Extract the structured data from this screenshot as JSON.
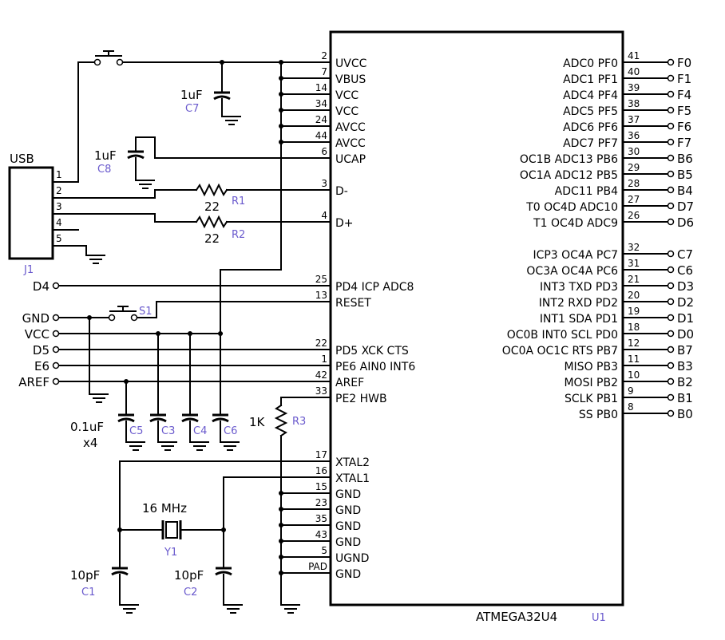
{
  "chip": {
    "part": "ATMEGA32U4",
    "ref": "U1"
  },
  "left_pins": [
    {
      "num": "2",
      "name": "UVCC"
    },
    {
      "num": "7",
      "name": "VBUS"
    },
    {
      "num": "14",
      "name": "VCC"
    },
    {
      "num": "34",
      "name": "VCC"
    },
    {
      "num": "24",
      "name": "AVCC"
    },
    {
      "num": "44",
      "name": "AVCC"
    },
    {
      "num": "6",
      "name": "UCAP"
    },
    {
      "num": "3",
      "name": "D-"
    },
    {
      "num": "4",
      "name": "D+"
    },
    {
      "num": "25",
      "name": "PD4 ICP ADC8"
    },
    {
      "num": "13",
      "name": "RESET"
    },
    {
      "num": "22",
      "name": "PD5 XCK CTS"
    },
    {
      "num": "1",
      "name": "PE6 AIN0 INT6"
    },
    {
      "num": "42",
      "name": "AREF"
    },
    {
      "num": "33",
      "name": "PE2 HWB"
    },
    {
      "num": "17",
      "name": "XTAL2"
    },
    {
      "num": "16",
      "name": "XTAL1"
    },
    {
      "num": "15",
      "name": "GND"
    },
    {
      "num": "23",
      "name": "GND"
    },
    {
      "num": "35",
      "name": "GND"
    },
    {
      "num": "43",
      "name": "GND"
    },
    {
      "num": "5",
      "name": "UGND"
    },
    {
      "num": "PAD",
      "name": "GND"
    }
  ],
  "right_pins": [
    {
      "num": "41",
      "name": "ADC0 PF0",
      "net": "F0"
    },
    {
      "num": "40",
      "name": "ADC1 PF1",
      "net": "F1"
    },
    {
      "num": "39",
      "name": "ADC4 PF4",
      "net": "F4"
    },
    {
      "num": "38",
      "name": "ADC5 PF5",
      "net": "F5"
    },
    {
      "num": "37",
      "name": "ADC6 PF6",
      "net": "F6"
    },
    {
      "num": "36",
      "name": "ADC7 PF7",
      "net": "F7"
    },
    {
      "num": "30",
      "name": "OC1B ADC13 PB6",
      "net": "B6"
    },
    {
      "num": "29",
      "name": "OC1A ADC12 PB5",
      "net": "B5"
    },
    {
      "num": "28",
      "name": "ADC11 PB4",
      "net": "B4"
    },
    {
      "num": "27",
      "name": "T0 OC4D ADC10",
      "net": "D7"
    },
    {
      "num": "26",
      "name": "T1 OC4D ADC9",
      "net": "D6"
    },
    {
      "num": "32",
      "name": "ICP3 OC4A PC7",
      "net": "C7"
    },
    {
      "num": "31",
      "name": "OC3A OC4A PC6",
      "net": "C6"
    },
    {
      "num": "21",
      "name": "INT3 TXD PD3",
      "net": "D3"
    },
    {
      "num": "20",
      "name": "INT2 RXD PD2",
      "net": "D2"
    },
    {
      "num": "19",
      "name": "INT1 SDA PD1",
      "net": "D1"
    },
    {
      "num": "18",
      "name": "OC0B INT0 SCL PD0",
      "net": "D0"
    },
    {
      "num": "12",
      "name": "OC0A OC1C RTS PB7",
      "net": "B7"
    },
    {
      "num": "11",
      "name": "MISO PB3",
      "net": "B3"
    },
    {
      "num": "10",
      "name": "MOSI PB2",
      "net": "B2"
    },
    {
      "num": "9",
      "name": "SCLK PB1",
      "net": "B1"
    },
    {
      "num": "8",
      "name": "SS PB0",
      "net": "B0"
    }
  ],
  "usb": {
    "title": "USB",
    "ref": "J1",
    "pins": [
      "1",
      "2",
      "3",
      "4",
      "5"
    ]
  },
  "left_nets": {
    "d4": "D4",
    "gnd": "GND",
    "vcc": "VCC",
    "d5": "D5",
    "e6": "E6",
    "aref": "AREF"
  },
  "c7": {
    "value": "1uF",
    "ref": "C7"
  },
  "c8": {
    "value": "1uF",
    "ref": "C8"
  },
  "r1": {
    "value": "22",
    "ref": "R1"
  },
  "r2": {
    "value": "22",
    "ref": "R2"
  },
  "s1": {
    "ref": "S1"
  },
  "decoupling": {
    "value": "0.1uF",
    "qty": "x4",
    "refs": [
      "C5",
      "C3",
      "C4",
      "C6"
    ]
  },
  "r3": {
    "value": "1K",
    "ref": "R3"
  },
  "crystal": {
    "value": "16 MHz",
    "ref": "Y1"
  },
  "c1": {
    "value": "10pF",
    "ref": "C1"
  },
  "c2": {
    "value": "10pF",
    "ref": "C2"
  }
}
